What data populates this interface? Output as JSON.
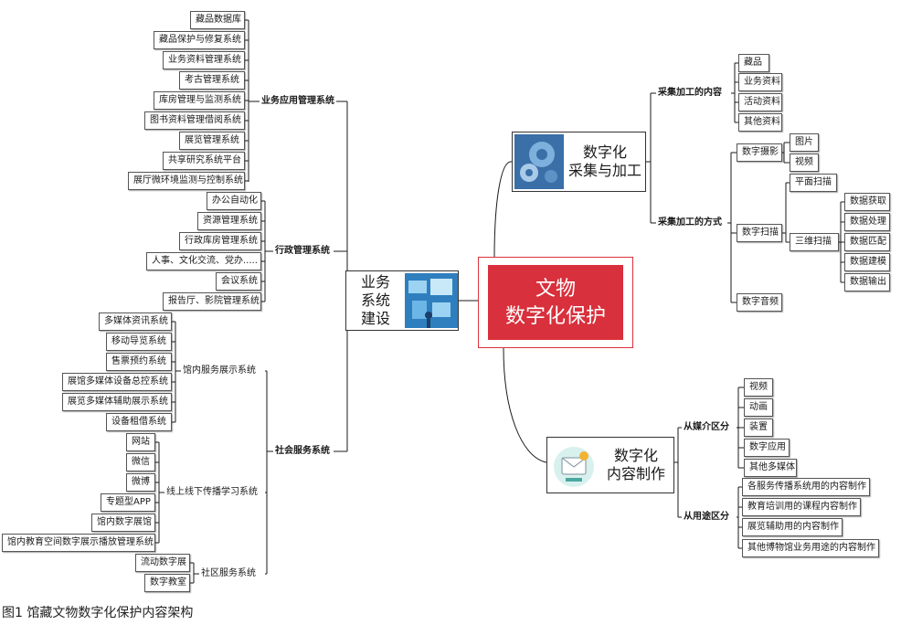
{
  "center": {
    "line1": "文物",
    "line2": "数字化保护"
  },
  "caption": "图1  馆藏文物数字化保护内容架构",
  "ywxt": {
    "l1": "业务",
    "l2": "系统",
    "l3": "建设"
  },
  "cjjg": {
    "l1": "数字化",
    "l2": "采集与加工"
  },
  "nrzz": {
    "l1": "数字化",
    "l2": "内容制作"
  },
  "ywyy": {
    "label": "业务应用管理系统",
    "items": [
      "藏品数据库",
      "藏品保护与修复系统",
      "业务资料管理系统",
      "考古管理系统",
      "库房管理与监测系统",
      "图书资料管理借阅系统",
      "展览管理系统",
      "共享研究系统平台",
      "展厅微环境监测与控制系统"
    ]
  },
  "xzgl": {
    "label": "行政管理系统",
    "items": [
      "办公自动化",
      "资源管理系统",
      "行政库房管理系统",
      "人事、文化交流、党办.....",
      "会议系统",
      "报告厅、影院管理系统"
    ]
  },
  "shfw": {
    "label": "社会服务系统",
    "gn": {
      "label": "馆内服务展示系统",
      "items": [
        "多媒体资讯系统",
        "移动导览系统",
        "售票预约系统",
        "展馆多媒体设备总控系统",
        "展览多媒体辅助展示系统",
        "设备租借系统"
      ]
    },
    "xx": {
      "label": "线上线下传播学习系统",
      "items": [
        "网站",
        "微信",
        "微博",
        "专题型APP",
        "馆内数字展馆",
        "馆内教育空间数字展示播放管理系统"
      ]
    },
    "sq": {
      "label": "社区服务系统",
      "items": [
        "流动数字展",
        "数字教室"
      ]
    }
  },
  "cjnr": {
    "label": "采集加工的内容",
    "items": [
      "藏品",
      "业务资料",
      "活动资料",
      "其他资料"
    ]
  },
  "cjfs": {
    "label": "采集加工的方式",
    "sys": {
      "label": "数字摄影",
      "items": [
        "图片",
        "视频"
      ]
    },
    "smz": {
      "label": "数字扫描",
      "pm": "平面扫描",
      "sw": {
        "label": "三维扫描",
        "items": [
          "数据获取",
          "数据处理",
          "数据匹配",
          "数据建模",
          "数据输出"
        ]
      }
    },
    "yp": "数字音频"
  },
  "mj": {
    "label": "从媒介区分",
    "items": [
      "视频",
      "动画",
      "装置",
      "数字应用",
      "其他多媒体"
    ]
  },
  "yt": {
    "label": "从用途区分",
    "items": [
      "各服务传播系统用的内容制作",
      "教育培训用的课程内容制作",
      "展览辅助用的内容制作",
      "其他博物馆业务用途的内容制作"
    ]
  }
}
